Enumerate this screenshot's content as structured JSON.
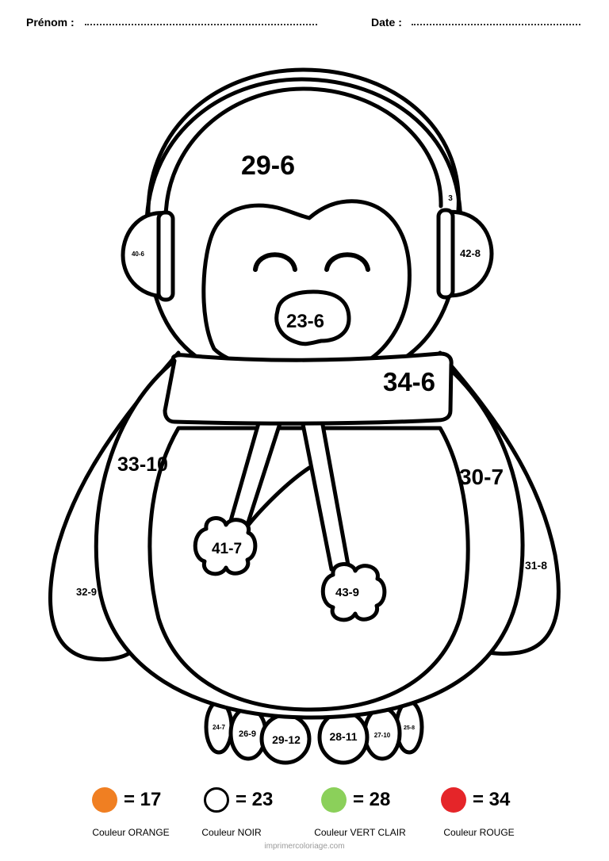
{
  "header": {
    "first_name_label": "Prénom :",
    "date_label": "Date :"
  },
  "regions": {
    "head": "29-6",
    "earmuff_left": "40-6",
    "earmuff_right": "42-8",
    "band_small": "3",
    "beak": "23-6",
    "scarf": "34-6",
    "body_left": "33-10",
    "body_right": "30-7",
    "wing_left": "32-9",
    "wing_right": "31-8",
    "pompom_left": "41-7",
    "pompom_right": "43-9",
    "toe_1": "24-7",
    "toe_2": "26-9",
    "toe_3": "29-12",
    "toe_4": "28-11",
    "toe_5": "27-10",
    "toe_6": "25-8"
  },
  "legend": [
    {
      "value": "= 17",
      "name": "Couleur ORANGE",
      "color": "#f07f22"
    },
    {
      "value": "= 23",
      "name": "Couleur NOIR",
      "color": "#ffffff"
    },
    {
      "value": "= 28",
      "name": "Couleur VERT CLAIR",
      "color": "#8bd05a"
    },
    {
      "value": "= 34",
      "name": "Couleur ROUGE",
      "color": "#e52529"
    }
  ],
  "footer": "imprimercoloriage.com"
}
